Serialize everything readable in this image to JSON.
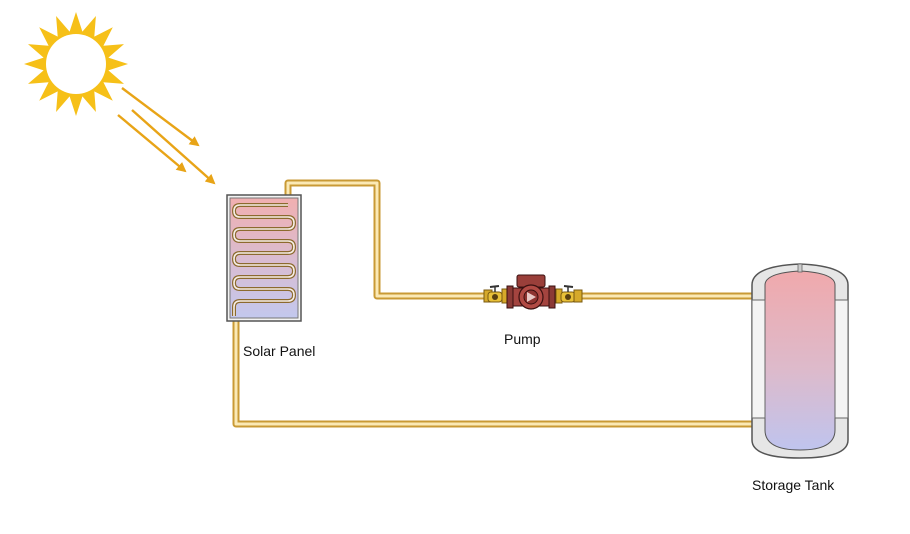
{
  "labels": {
    "solar_panel": "Solar Panel",
    "pump": "Pump",
    "storage_tank": "Storage Tank"
  },
  "colors": {
    "sun": "#F6C018",
    "sun_ray": "#E8A417",
    "pipe_outer": "#C99A35",
    "pipe_inner": "#FBE9B5",
    "hot_fluid": "#EFB2B4",
    "cold_fluid": "#C4C9EC",
    "pump_body": "#9A3F3A",
    "valve_brass": "#E0B52C",
    "tank_shell": "#E4E4E4",
    "outline": "#444444"
  },
  "icons": {
    "sun": "sun-icon",
    "sun_rays": "sun-ray-arrow",
    "collector": "solar-panel",
    "pump": "circulation-pump",
    "valve": "ball-valve",
    "tank": "storage-tank"
  }
}
